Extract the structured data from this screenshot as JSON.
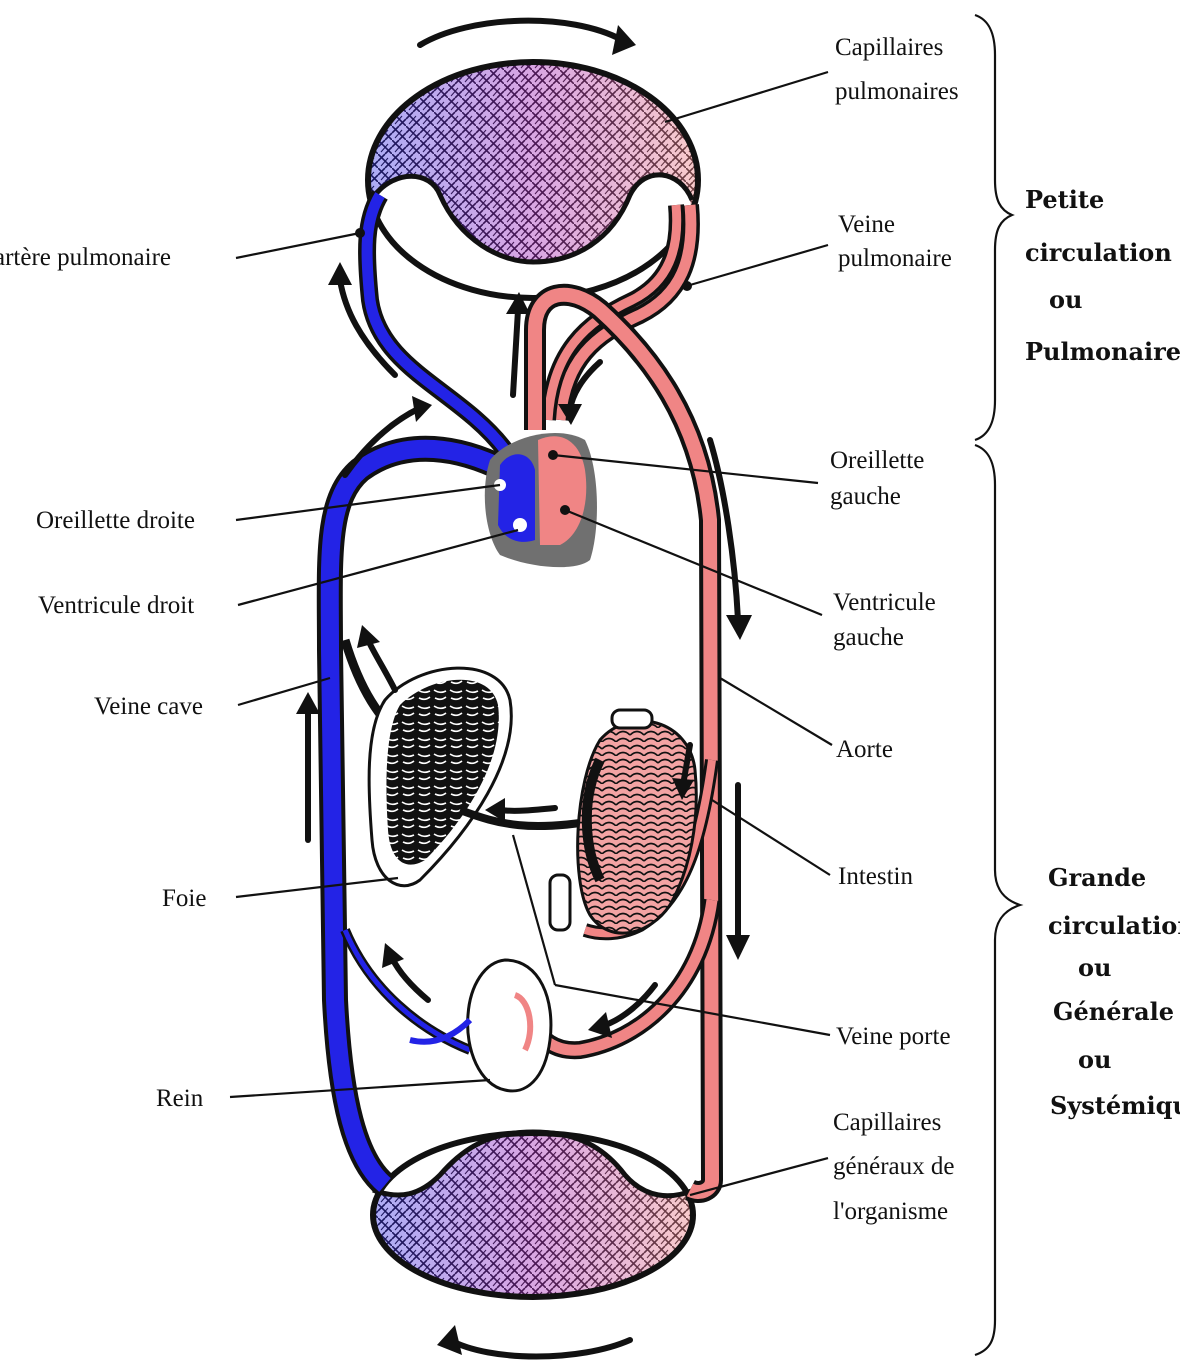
{
  "colors": {
    "venous": "#2323e6",
    "arterial": "#f08585",
    "arterial_dark": "#e36a6a",
    "heart_shell": "#707070",
    "capillary_purple": "#a01fb8",
    "outline": "#111111"
  },
  "labels": {
    "capillaires_pulmonaires": [
      "Capillaires",
      "pulmonaires"
    ],
    "artere_pulmonaire": "artère pulmonaire",
    "veine_pulmonaire": [
      "Veine",
      "pulmonaire"
    ],
    "oreillette_gauche": [
      "Oreillette",
      "gauche"
    ],
    "ventricule_gauche": [
      "Ventricule",
      "gauche"
    ],
    "oreillette_droite": "Oreillette droite",
    "ventricule_droit": "Ventricule droit",
    "veine_cave": "Veine cave",
    "aorte": "Aorte",
    "intestin": "Intestin",
    "foie": "Foie",
    "veine_porte": "Veine porte",
    "rein": "Rein",
    "capillaires_generaux": [
      "Capillaires",
      "généraux de",
      "l'organisme"
    ]
  },
  "groups": {
    "petite": [
      "Petite",
      "circulation",
      "ou",
      "Pulmonaire"
    ],
    "grande": [
      "Grande",
      "circulation",
      "ou",
      "Générale",
      "ou",
      "Systémique"
    ]
  }
}
